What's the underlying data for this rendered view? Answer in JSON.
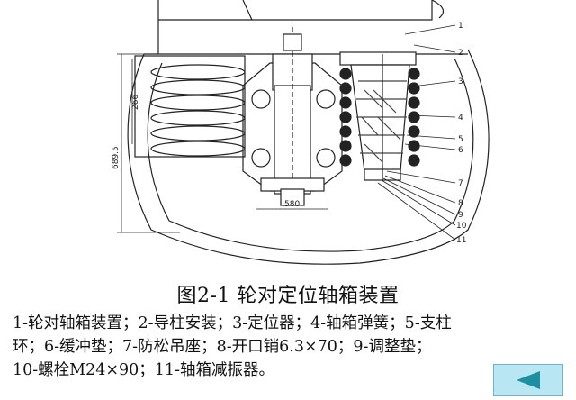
{
  "figure": {
    "caption": "图2-1 轮对定位轴箱装置",
    "callouts": [
      "1",
      "2",
      "3",
      "4",
      "5",
      "6",
      "7",
      "8",
      "9",
      "10",
      "11"
    ],
    "dimensions": {
      "left_height": "266",
      "overall_height": "689.5",
      "bottom_width": "580"
    }
  },
  "legend_lines": [
    "1-轮对轴箱装置；2-导柱安装；3-定位器；4-轴箱弹簧；5-支柱",
    "环；6-缓冲垫；7-防松吊座；8-开口销6.3×70；9-调整垫；",
    "10-螺栓M24×90；11-轴箱减振器。"
  ],
  "navigation": {
    "back_icon": "left-triangle-icon",
    "icon_color": "#1c8fa0",
    "button_color": "#b8e6f2"
  }
}
